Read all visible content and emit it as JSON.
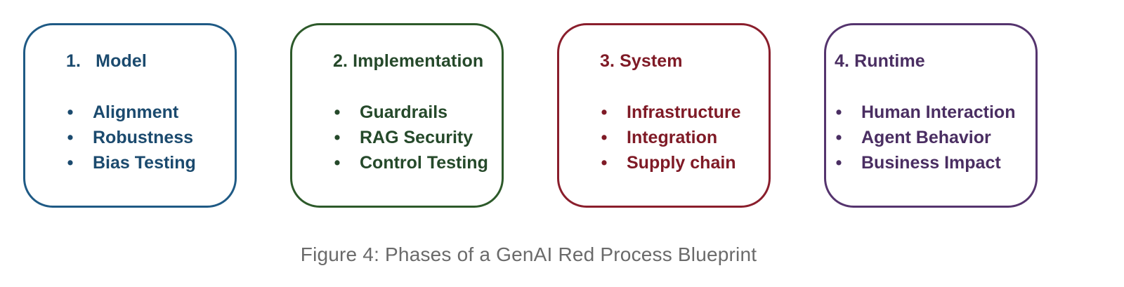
{
  "cards": [
    {
      "title": "1.   Model",
      "color": "#1f5a85",
      "text_color": "#1b4a6e",
      "items": [
        "Alignment",
        "Robustness",
        "Bias Testing"
      ]
    },
    {
      "title": "2. Implementation",
      "color": "#2d5a2a",
      "text_color": "#25492a",
      "items": [
        "Guardrails",
        "RAG Security",
        "Control Testing"
      ]
    },
    {
      "title": "3. System",
      "color": "#8a1e2c",
      "text_color": "#7f1a26",
      "items": [
        "Infrastructure",
        "Integration",
        "Supply chain"
      ]
    },
    {
      "title": "4. Runtime",
      "color": "#55346e",
      "text_color": "#4a2e62",
      "items": [
        "Human Interaction",
        "Agent Behavior",
        "Business Impact"
      ]
    }
  ],
  "bullet_symbol": "•",
  "caption": "Figure 4: Phases of a GenAI Red Process Blueprint"
}
